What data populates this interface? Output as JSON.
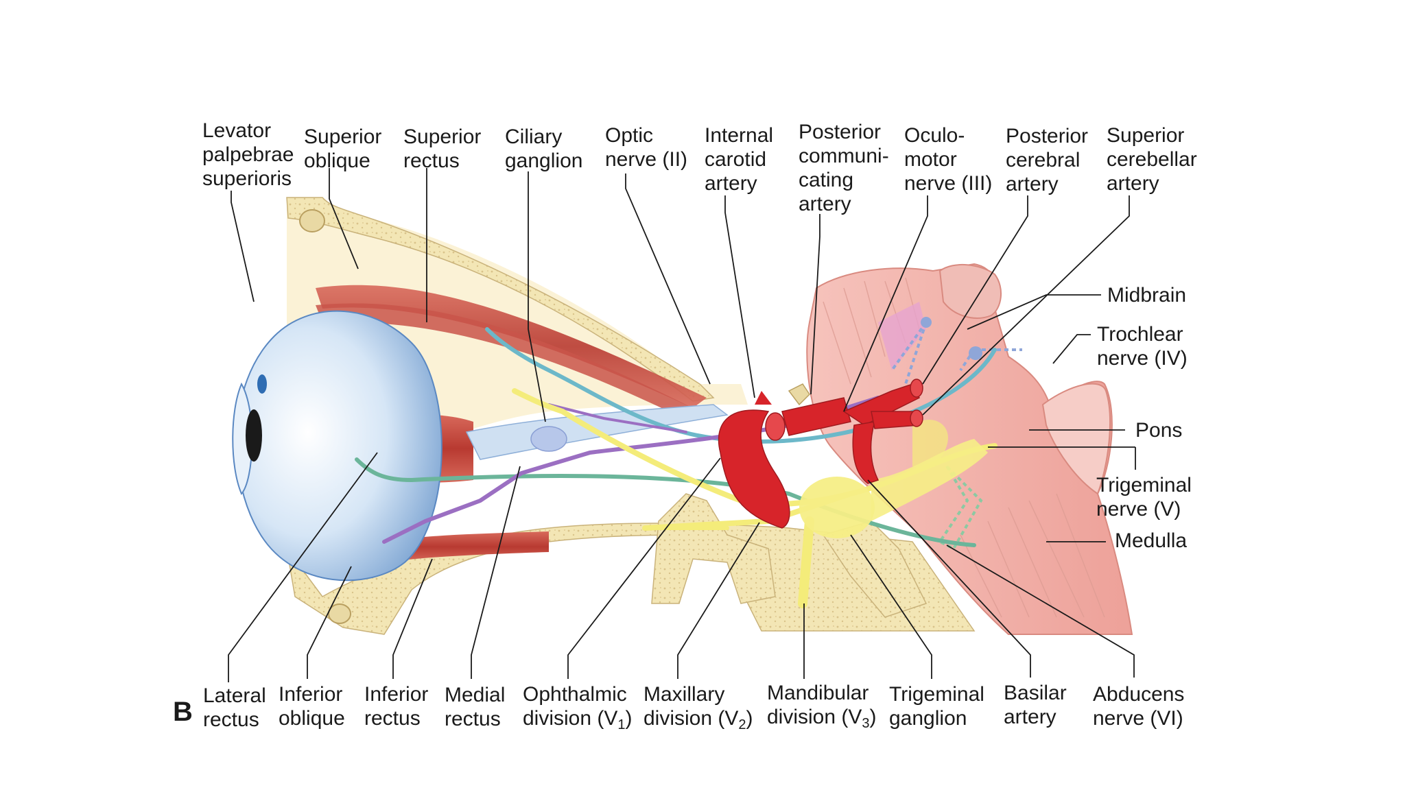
{
  "panel_letter": "B",
  "labels": {
    "levator": [
      "Levator",
      "palpebrae",
      "superioris"
    ],
    "superior_oblique": [
      "Superior",
      "oblique"
    ],
    "superior_rectus": [
      "Superior",
      "rectus"
    ],
    "ciliary_ganglion": [
      "Ciliary",
      "ganglion"
    ],
    "optic_nerve": [
      "Optic",
      "nerve (II)"
    ],
    "internal_carotid": [
      "Internal",
      "carotid",
      "artery"
    ],
    "posterior_communicating": [
      "Posterior",
      "communi-",
      "cating",
      "artery"
    ],
    "oculomotor": [
      "Oculo-",
      "motor",
      "nerve (III)"
    ],
    "posterior_cerebral": [
      "Posterior",
      "cerebral",
      "artery"
    ],
    "superior_cerebellar": [
      "Superior",
      "cerebellar",
      "artery"
    ],
    "midbrain": "Midbrain",
    "trochlear": [
      "Trochlear",
      "nerve (IV)"
    ],
    "pons": "Pons",
    "trigeminal_nerve": [
      "Trigeminal",
      "nerve (V)"
    ],
    "medulla": "Medulla",
    "lateral_rectus": [
      "Lateral",
      "rectus"
    ],
    "inferior_oblique": [
      "Inferior",
      "oblique"
    ],
    "inferior_rectus": [
      "Inferior",
      "rectus"
    ],
    "medial_rectus": [
      "Medial",
      "rectus"
    ],
    "ophthalmic": {
      "line1": "Ophthalmic",
      "line2": "division (V",
      "sub": "1",
      "close": ")"
    },
    "maxillary": {
      "line1": "Maxillary",
      "line2": "division (V",
      "sub": "2",
      "close": ")"
    },
    "mandibular": {
      "line1": "Mandibular",
      "line2": "division (V",
      "sub": "3",
      "close": ")"
    },
    "trigeminal_ganglion": [
      "Trigeminal",
      "ganglion"
    ],
    "basilar": [
      "Basilar",
      "artery"
    ],
    "abducens": [
      "Abducens",
      "nerve (VI)"
    ]
  },
  "colors": {
    "bone": "#f3e6b5",
    "bone_dots": "#d9c38a",
    "muscle": "#c8453b",
    "muscle_light": "#e6a99d",
    "eye": "#cfe0f2",
    "eye_dark": "#7fa6d3",
    "artery": "#d7242a",
    "nerve_yellow": "#f4ec7a",
    "nerve_green": "#6bb59a",
    "nerve_teal": "#6cb8c9",
    "nerve_purple": "#9b6fc2",
    "brainstem": "#f2b3ac",
    "brainstem_dark": "#e79187",
    "leader": "#1a1a1a"
  }
}
